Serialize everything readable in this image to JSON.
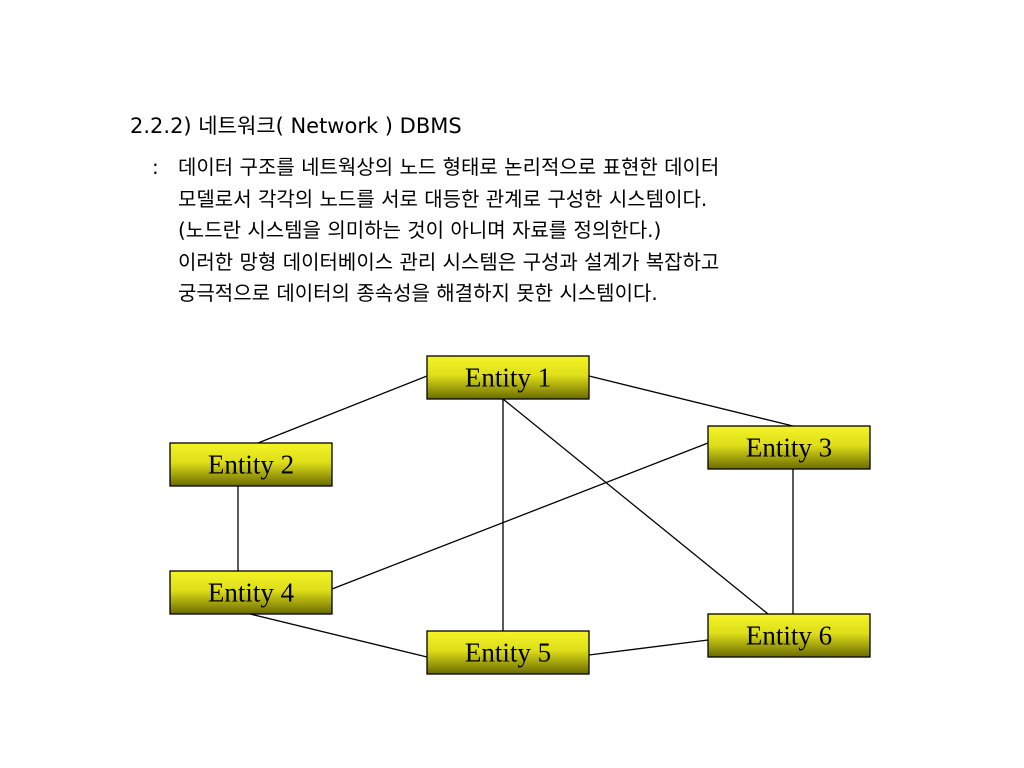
{
  "section": {
    "heading": "2.2.2) 네트워크( Network ) DBMS",
    "colon": ":",
    "lines": [
      "데이터 구조를 네트웍상의 노드 형태로 논리적으로 표현한 데이터",
      "모델로서 각각의 노드를 서로 대등한 관계로 구성한 시스템이다.",
      "(노드란 시스템을 의미하는 것이 아니며 자료를 정의한다.)",
      "이러한 망형 데이터베이스 관리 시스템은 구성과 설계가 복잡하고",
      "궁극적으로 데이터의 종속성을 해결하지 못한 시스템이다."
    ]
  },
  "diagram": {
    "colors": {
      "box_top": "#f4f427",
      "box_bottom": "#6b6b00",
      "stroke": "#000000"
    },
    "entities": [
      {
        "id": "e1",
        "label": "Entity 1"
      },
      {
        "id": "e2",
        "label": "Entity 2"
      },
      {
        "id": "e3",
        "label": "Entity 3"
      },
      {
        "id": "e4",
        "label": "Entity 4"
      },
      {
        "id": "e5",
        "label": "Entity 5"
      },
      {
        "id": "e6",
        "label": "Entity 6"
      }
    ],
    "links": [
      [
        "e1",
        "e2"
      ],
      [
        "e1",
        "e3"
      ],
      [
        "e1",
        "e5"
      ],
      [
        "e1",
        "e6"
      ],
      [
        "e2",
        "e4"
      ],
      [
        "e3",
        "e4"
      ],
      [
        "e3",
        "e6"
      ],
      [
        "e4",
        "e5"
      ],
      [
        "e5",
        "e6"
      ]
    ]
  }
}
